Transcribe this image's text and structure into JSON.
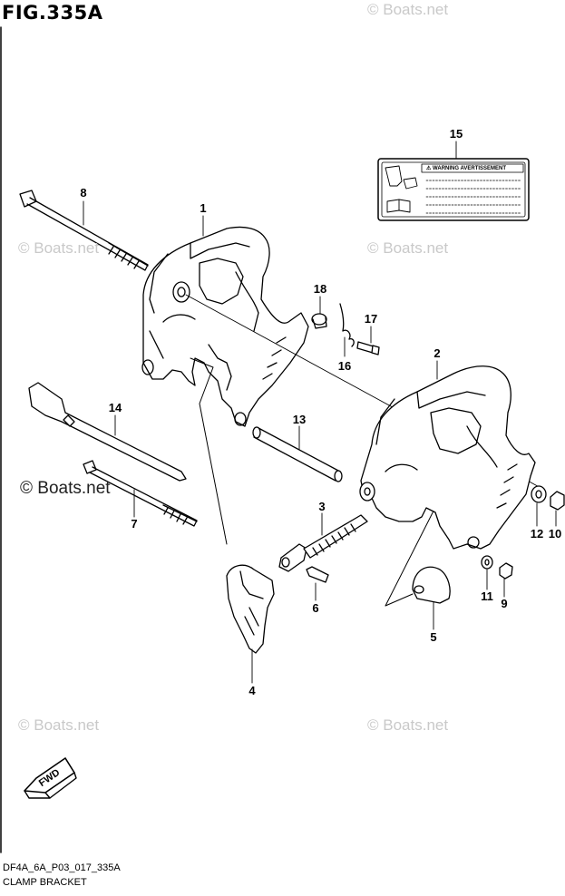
{
  "figure": {
    "title": "FIG.335A",
    "code": "DF4A_6A_P03_017_335A",
    "name": "CLAMP BRACKET"
  },
  "watermark": {
    "text": "© Boats.net"
  },
  "warning_label": {
    "heading": "⚠ WARNING AVERTISSEMENT"
  },
  "fwd_badge": {
    "text": "FWD"
  },
  "callouts": [
    "1",
    "2",
    "3",
    "4",
    "5",
    "6",
    "7",
    "8",
    "9",
    "10",
    "11",
    "12",
    "13",
    "14",
    "15",
    "16",
    "17",
    "18"
  ]
}
